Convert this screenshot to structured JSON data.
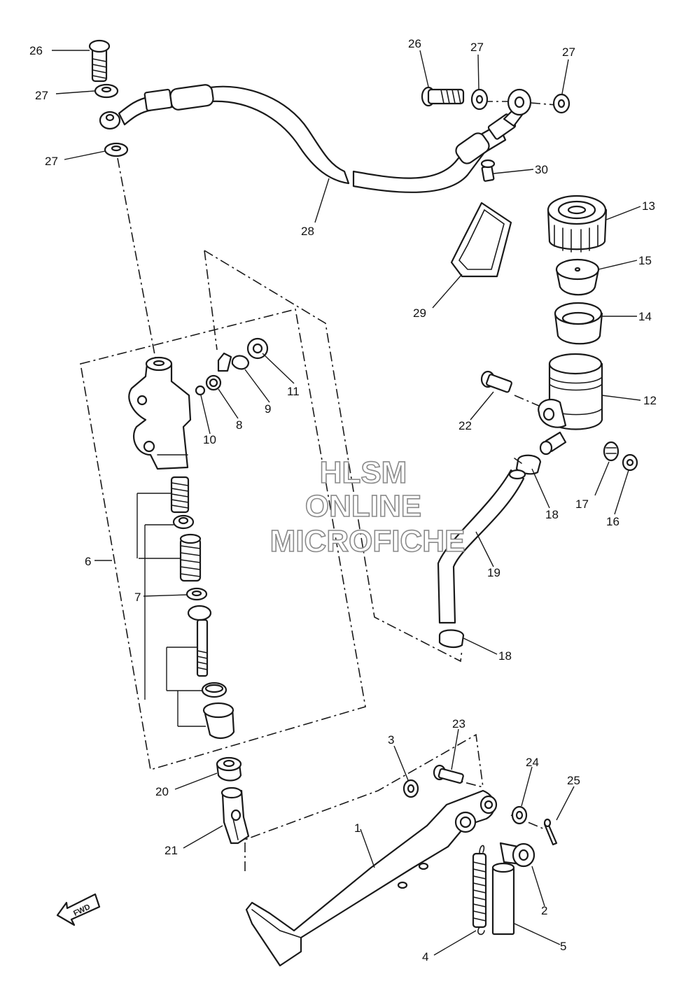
{
  "watermark": {
    "line1": "HLSM",
    "line2": "ONLINE",
    "line3": "MICROFICHE",
    "stroke_color": "#8a8a8a"
  },
  "direction_marker": {
    "label": "FWD",
    "icon": "forward-arrow-icon"
  },
  "callouts": {
    "c1": "1",
    "c2": "2",
    "c3": "3",
    "c4": "4",
    "c5": "5",
    "c6": "6",
    "c7": "7",
    "c8": "8",
    "c9": "9",
    "c10": "10",
    "c11": "11",
    "c12": "12",
    "c13": "13",
    "c14": "14",
    "c15": "15",
    "c16": "16",
    "c17": "17",
    "c18a": "18",
    "c18b": "18",
    "c19": "19",
    "c20": "20",
    "c21": "21",
    "c22": "22",
    "c23": "23",
    "c24": "24",
    "c25": "25",
    "c26a": "26",
    "c26b": "26",
    "c27a": "27",
    "c27b": "27",
    "c27c": "27",
    "c27d": "27",
    "c28": "28",
    "c29": "29",
    "c30": "30"
  },
  "colors": {
    "line": "#1a1a1a",
    "background": "#ffffff"
  }
}
